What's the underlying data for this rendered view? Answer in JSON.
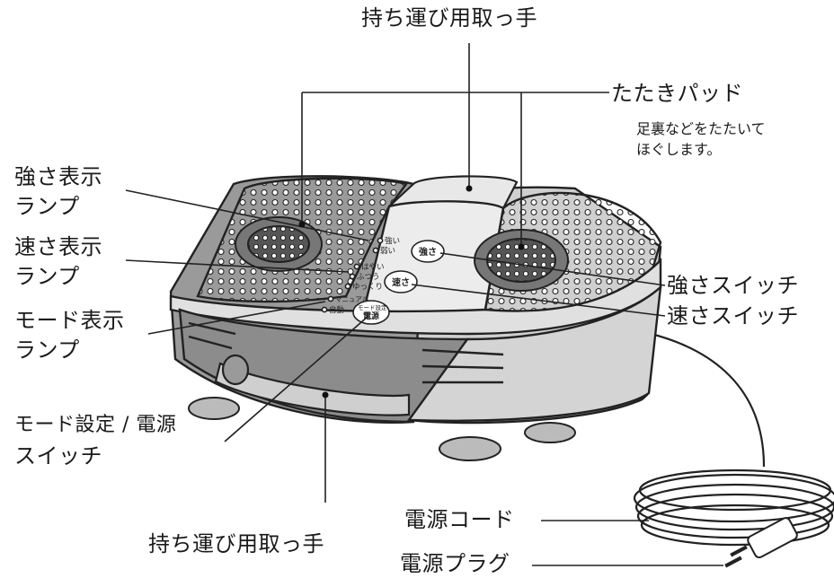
{
  "labels": {
    "handle_top": "持ち運び用取っ手",
    "tapping_pad": "たたきパッド",
    "tapping_pad_note_1": "足裏などをたたいて",
    "tapping_pad_note_2": "ほぐします。",
    "strength_lamp_1": "強さ表示",
    "strength_lamp_2": "ランプ",
    "speed_lamp_1": "速さ表示",
    "speed_lamp_2": "ランプ",
    "mode_lamp_1": "モード表示",
    "mode_lamp_2": "ランプ",
    "mode_power_switch_1": "モード設定 / 電源",
    "mode_power_switch_2": "スイッチ",
    "strength_switch": "強さスイッチ",
    "speed_switch": "速さスイッチ",
    "power_cord": "電源コード",
    "power_plug": "電源プラグ",
    "handle_bottom": "持ち運び用取っ手"
  },
  "panel": {
    "strong": "強い",
    "weak": "弱い",
    "fast": "はやい",
    "normal": "ふつう",
    "slow": "ゆっくり",
    "manual": "マニュアル",
    "auto": "自動",
    "strength_btn": "強さ",
    "speed_btn": "速さ",
    "mode_btn_top": "モード設定",
    "mode_btn_bottom": "電源"
  }
}
